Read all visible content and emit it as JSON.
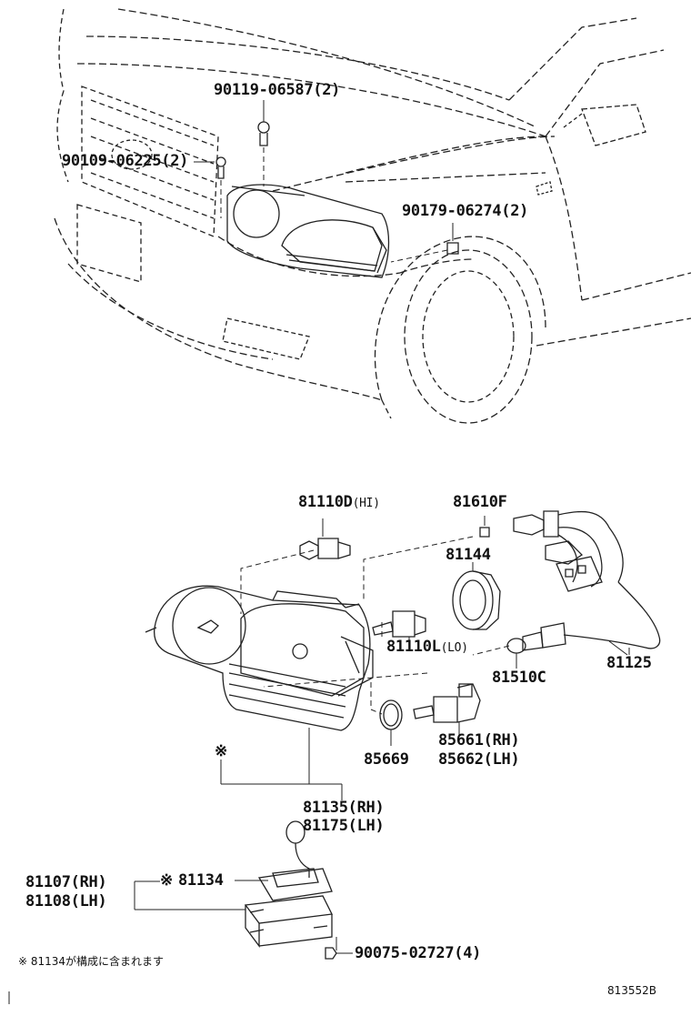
{
  "labels": {
    "p1": "90119-06587(2)",
    "p2": "90109-06225(2)",
    "p3": "90179-06274(2)",
    "p4": "81110D",
    "p4s": "(HI)",
    "p5": "81610F",
    "p6": "81144",
    "p7": "81110L",
    "p7s": "(LO)",
    "p8": "81125",
    "p9": "81510C",
    "p10": "85661(RH)",
    "p11": "85662(LH)",
    "p12": "85669",
    "p13": "81135(RH)",
    "p14": "81175(LH)",
    "p15": "81107(RH)",
    "p16": "81108(LH)",
    "p17": "81134",
    "p18": "90075-02727(4)",
    "mark1": "※",
    "mark2": "※"
  },
  "footnote": "※ 81134が構成に含まれます",
  "diagram_code": "813552B"
}
